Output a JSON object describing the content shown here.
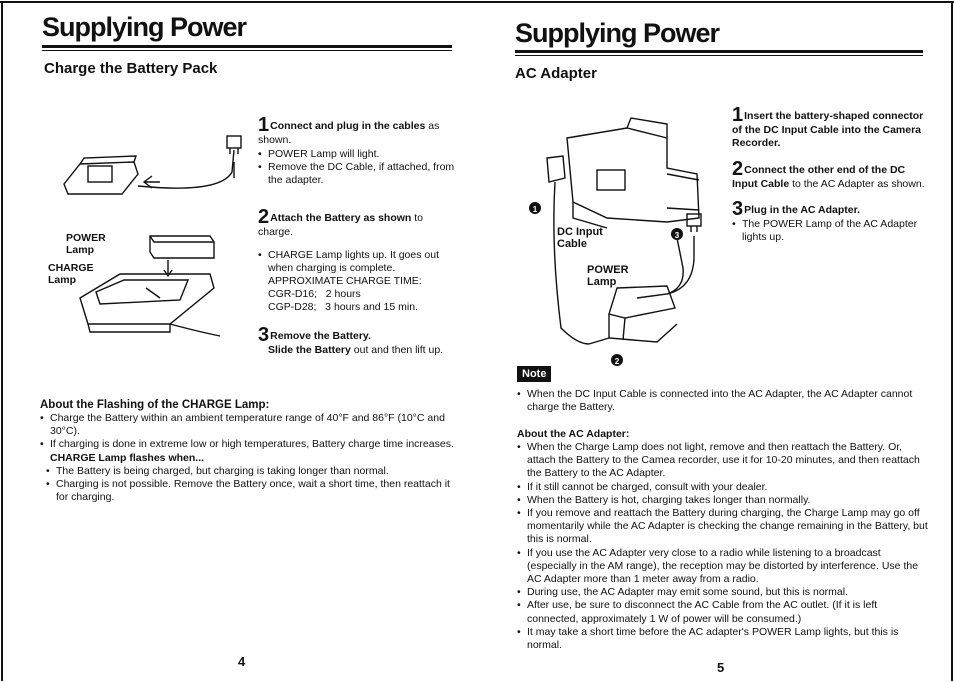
{
  "left": {
    "title": "Supplying Power",
    "subtitle": "Charge the Battery Pack",
    "labels": {
      "power": "POWER",
      "lamp1": "Lamp",
      "charge": "CHARGE",
      "lamp2": "Lamp"
    },
    "step1": {
      "num": "1",
      "bold": "Connect and plug in the cables",
      "rest": " as shown.",
      "bullets": [
        "POWER Lamp will light.",
        "Remove the DC Cable, if attached, from the adapter."
      ]
    },
    "step2": {
      "num": "2",
      "bold": "Attach the Battery as shown",
      "rest": " to charge.",
      "bullets": [
        "CHARGE Lamp lights up. It goes out when charging is complete."
      ],
      "charge_time_label": "APPROXIMATE CHARGE TIME:",
      "times": [
        "CGR-D16;   2 hours",
        "CGP-D28;   3 hours and 15 min."
      ]
    },
    "step3": {
      "num": "3",
      "bold": "Remove the Battery.",
      "line2_bold": "Slide the Battery",
      "line2_rest": " out and then lift up."
    },
    "flashing": {
      "heading": "About the Flashing of the CHARGE Lamp:",
      "bullets": [
        "Charge the Battery within an ambient temperature range of 40°F and 86°F (10°C and 30°C).",
        "If charging is done in extreme low or high temperatures, Battery charge time increases."
      ],
      "subheading": "CHARGE Lamp flashes when...",
      "sub_bullets": [
        "The Battery is being charged, but charging is taking longer than normal.",
        "Charging is not possible. Remove the Battery once, wait a short time, then reattach it for charging."
      ]
    },
    "page_number": "4"
  },
  "right": {
    "title": "Supplying Power",
    "subtitle": "AC Adapter",
    "labels": {
      "dc_input": "DC Input",
      "cable": "Cable",
      "power": "POWER",
      "lamp": "Lamp",
      "callout1": "1",
      "callout2": "2",
      "callout3": "3"
    },
    "step1": {
      "num": "1",
      "bold": "Insert the battery-shaped connector of the DC Input Cable into the Camera Recorder."
    },
    "step2": {
      "num": "2",
      "bold": "Connect the other end of the DC Input Cable",
      "rest": " to the AC Adapter as shown."
    },
    "step3": {
      "num": "3",
      "bold": "Plug in the AC Adapter.",
      "bullets": [
        "The POWER Lamp of the AC Adapter lights up."
      ]
    },
    "note_label": "Note",
    "note_bullets": [
      "When the DC Input Cable is connected into the AC Adapter, the AC Adapter cannot charge the Battery."
    ],
    "about": {
      "heading": "About the AC Adapter:",
      "bullets": [
        "When the Charge Lamp does not light, remove and then reattach the Battery. Or, attach the Battery to the Camea recorder, use it for 10-20 minutes, and then reattach the Battery to the AC Adapter.",
        "If it still cannot be charged, consult with your dealer.",
        "When the Battery is hot, charging takes longer than normally.",
        "If you remove and reattach the Battery during charging, the Charge Lamp may go off momentarily while the AC Adapter is checking the change remaining in the Battery, but this is normal.",
        "If you use the AC Adapter very close to a radio while listening to a broadcast (especially in the AM range), the reception may be distorted by interference. Use the AC Adapter more than 1 meter away from a radio.",
        "During use, the AC Adapter may emit some sound, but this is normal.",
        "After use, be sure to disconnect the AC Cable from the AC outlet. (If it is left connected, approximately 1 W of power will be consumed.)",
        "It may take a short time before the AC adapter's POWER Lamp lights, but this is normal."
      ]
    },
    "page_number": "5"
  }
}
